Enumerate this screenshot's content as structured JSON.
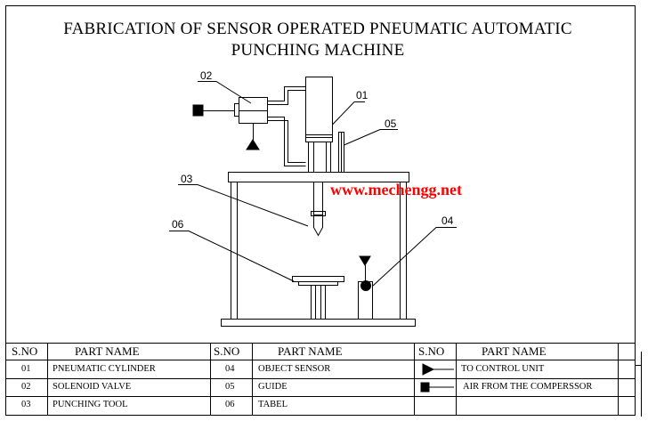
{
  "title_line1": "FABRICATION OF SENSOR OPERATED PNEUMATIC AUTOMATIC",
  "title_line2": "PUNCHING MACHINE",
  "watermark": "www.mechengg.net",
  "callouts": {
    "c01": "01",
    "c02": "02",
    "c03": "03",
    "c04": "04",
    "c05": "05",
    "c06": "06"
  },
  "table": {
    "headers": {
      "sno": "S.NO",
      "part_name": "PART NAME"
    },
    "rows": [
      {
        "sno": "01",
        "name": "PNEUMATIC CYLINDER"
      },
      {
        "sno": "02",
        "name": "SOLENOID VALVE"
      },
      {
        "sno": "03",
        "name": "PUNCHING TOOL"
      },
      {
        "sno": "04",
        "name": "OBJECT SENSOR"
      },
      {
        "sno": "05",
        "name": "GUIDE"
      },
      {
        "sno": "06",
        "name": "TABEL"
      }
    ],
    "legend": [
      {
        "symbol": "triangle-arrow-icon",
        "text": "TO CONTROL UNIT"
      },
      {
        "symbol": "square-arrow-icon",
        "text": "AIR FROM THE COMPERSSOR"
      }
    ]
  },
  "colors": {
    "line": "#000000",
    "watermark": "#ff0000",
    "background": "#ffffff"
  }
}
